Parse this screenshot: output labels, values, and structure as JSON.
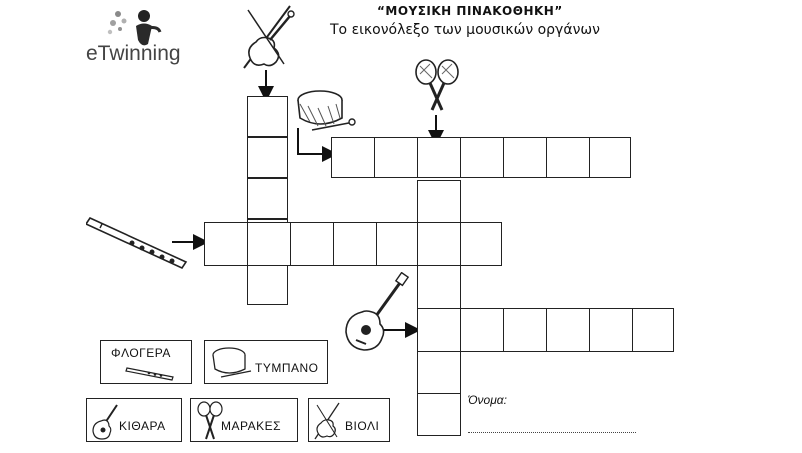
{
  "header": {
    "title": "“ΜΟΥΣΙΚΗ ΠΙΝΑΚΟΘΗΚΗ”",
    "subtitle": "Το εικονόλεξο των μουσικών οργάνων"
  },
  "logo": {
    "text": "eTwinning"
  },
  "word_bank": {
    "flute": "ΦΛΟΓΕΡΑ",
    "drum": "ΤΥΜΠΑΝΟ",
    "guitar": "ΚΙΘΑΡΑ",
    "maracas": "ΜΑΡΑΚΕΣ",
    "violin": "ΒΙΟΛΙ"
  },
  "name_field": {
    "label": "Όνομα:"
  },
  "icons": {
    "violin": "violin-icon",
    "drum": "drum-icon",
    "maracas": "maracas-icon",
    "flute": "flute-icon",
    "guitar": "guitar-icon"
  }
}
